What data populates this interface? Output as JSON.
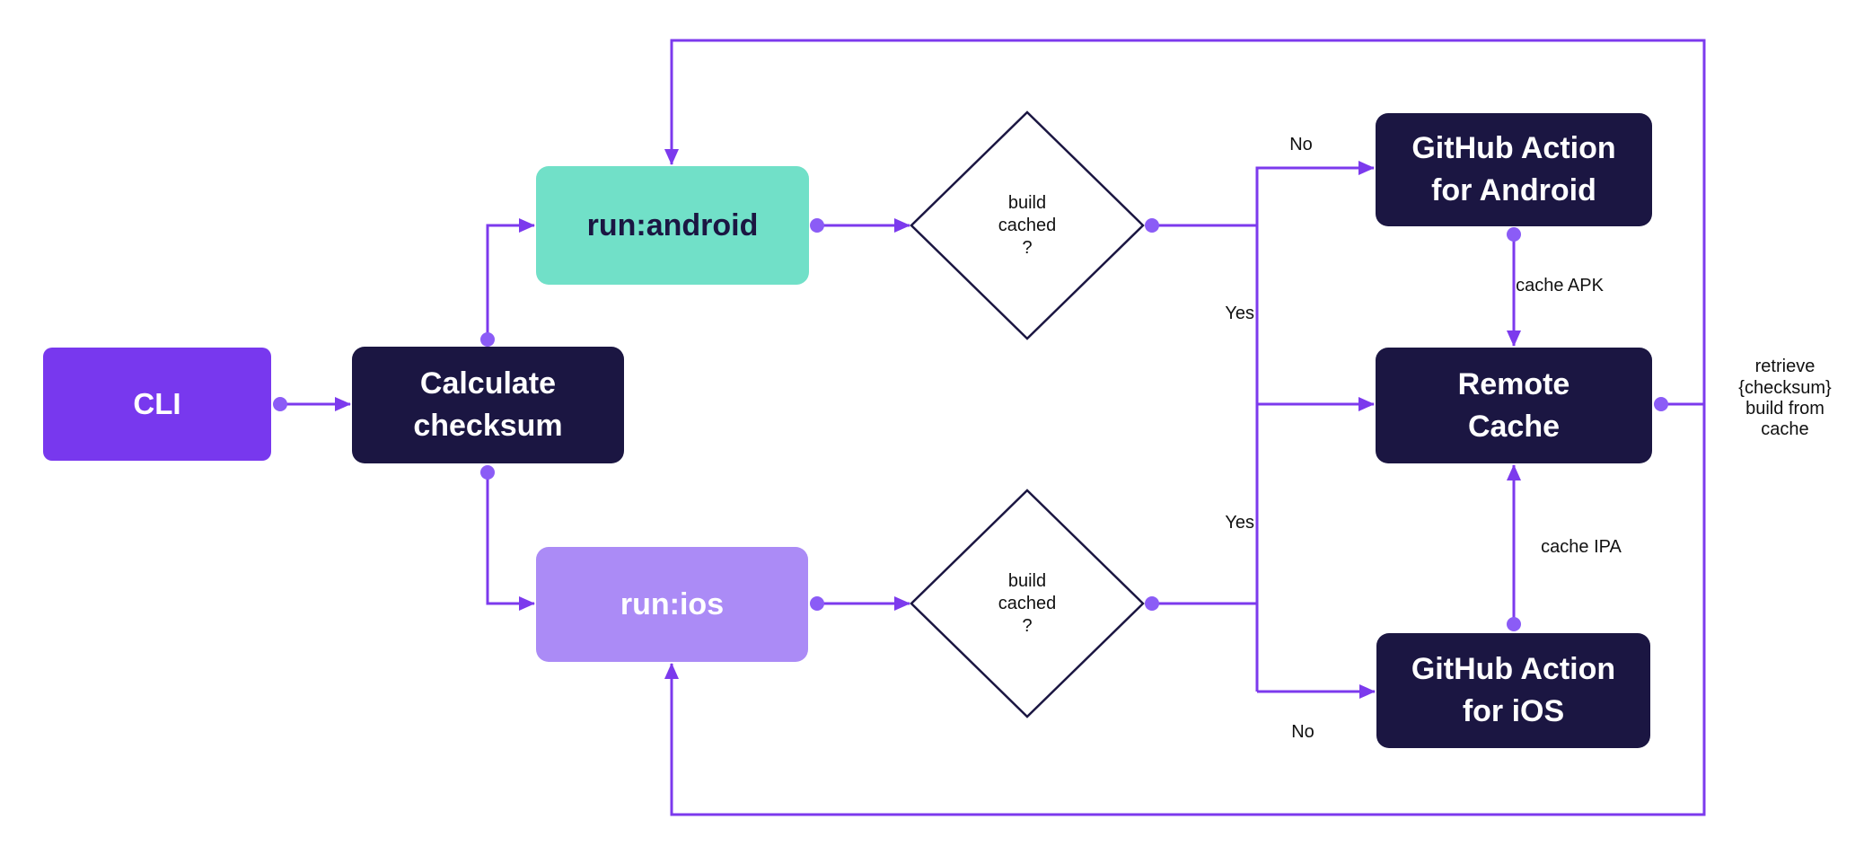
{
  "diagram": {
    "nodes": {
      "cli": "CLI",
      "calculate_checksum": "Calculate\nchecksum",
      "run_android": "run:android",
      "run_ios": "run:ios",
      "github_action_android": "GitHub Action\nfor Android",
      "remote_cache": "Remote\nCache",
      "github_action_ios": "GitHub Action\nfor iOS"
    },
    "decisions": {
      "android_build_cached": "build\ncached\n?",
      "ios_build_cached": "build\ncached\n?"
    },
    "edge_labels": {
      "android_no": "No",
      "android_yes": "Yes",
      "ios_yes": "Yes",
      "ios_no": "No",
      "cache_apk": "cache APK",
      "cache_ipa": "cache IPA",
      "retrieve_from_cache": "retrieve\n{checksum}\nbuild from\ncache"
    },
    "colors": {
      "edge": "#7C3AED",
      "connector_dot": "#8B5CF6",
      "node_dark": "#1B1642",
      "node_purple": "#7838EE",
      "node_teal": "#71E0C8",
      "node_light_purple": "#AB8BF6",
      "decision_border": "#1B1642",
      "label_text": "#111111"
    }
  }
}
